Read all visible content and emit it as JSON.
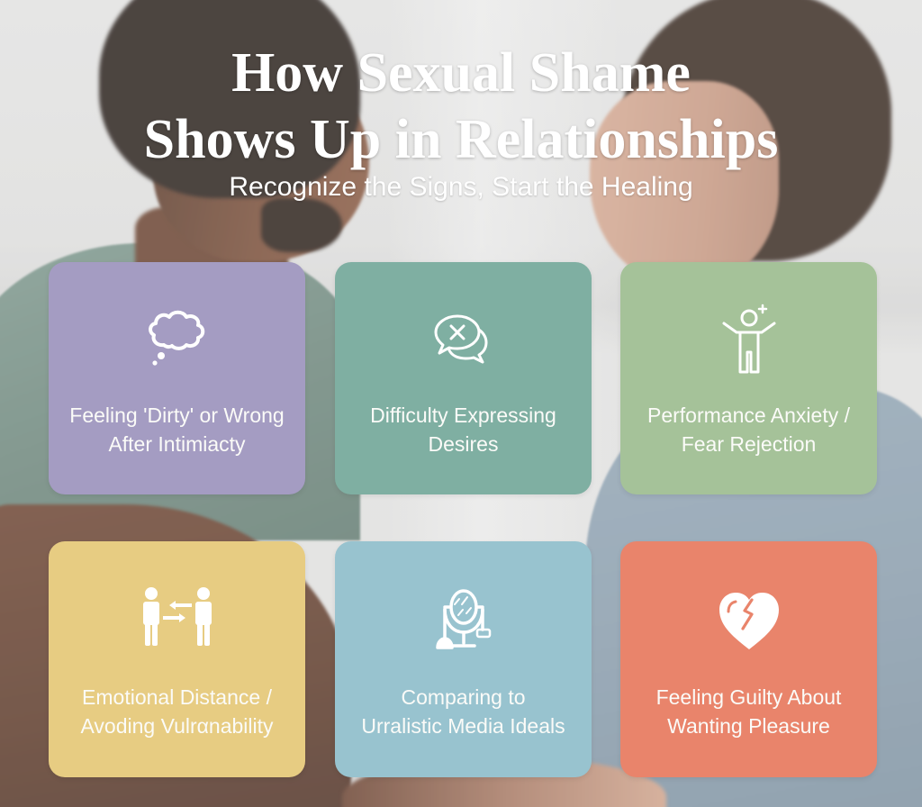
{
  "header": {
    "title_line1": "How Sexual Shame",
    "title_line2": "Shows Up in Relationships",
    "subtitle": "Recognize the Signs, Start the Healing"
  },
  "cards": [
    {
      "icon": "thought-bubble-icon",
      "color": "#a49cc2",
      "label_line1": "Feeling 'Dirty' or Wrong",
      "label_line2": "After Intimiacty"
    },
    {
      "icon": "speech-bubbles-x-icon",
      "color": "#7fafa2",
      "label_line1": "Difficulty Expressing",
      "label_line2": "Desires"
    },
    {
      "icon": "person-arms-raised-sparkle-icon",
      "color": "#a5c299",
      "label_line1": "Performance Anxiety /",
      "label_line2": "Fear Rejection"
    },
    {
      "icon": "two-people-arrows-icon",
      "color": "#e7cc82",
      "label_line1": "Emotional Distance /",
      "label_line2": "Avoding Vulrαnability"
    },
    {
      "icon": "vanity-mirror-icon",
      "color": "#98c3cf",
      "label_line1": "Comparing to",
      "label_line2": "Urralistic Media Ideals"
    },
    {
      "icon": "broken-heart-icon",
      "color": "#e9846b",
      "label_line1": "Feeling Guilty About",
      "label_line2": "Wanting Pleasure"
    }
  ]
}
